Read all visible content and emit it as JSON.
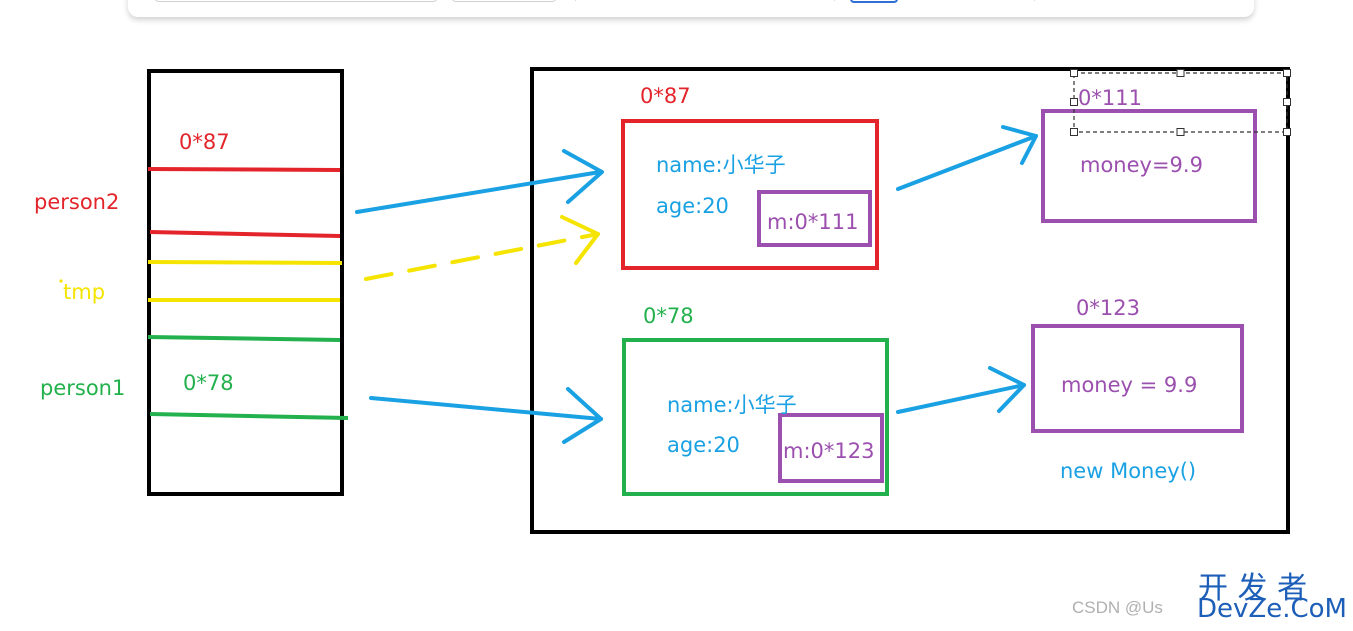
{
  "colors": {
    "black": "#000000",
    "red": "#e3242b",
    "yellow": "#f5e400",
    "green": "#22b14c",
    "blue": "#1aa1e3",
    "purple": "#9b4fae",
    "text_blue": "#1aa1e3"
  },
  "stack": {
    "person2": {
      "label": "person2",
      "addr": "0*87"
    },
    "tmp": {
      "label": "tmp"
    },
    "person1": {
      "label": "person1",
      "addr": "0*78"
    }
  },
  "heap": {
    "obj1": {
      "addr": "0*87",
      "name": "name:小华子",
      "age": "age:20",
      "m": "m:0*111"
    },
    "obj2": {
      "addr": "0*78",
      "name": "name:小华子",
      "age": "age:20",
      "m": "m:0*123"
    },
    "money1": {
      "addr": "0*111",
      "value": "money=9.9"
    },
    "money2": {
      "addr": "0*123",
      "value": "money = 9.9"
    },
    "note": "new Money()"
  },
  "watermark": {
    "brand": "开 发 者",
    "site": "DevZe.CoM",
    "csdn": "CSDN @Us"
  }
}
